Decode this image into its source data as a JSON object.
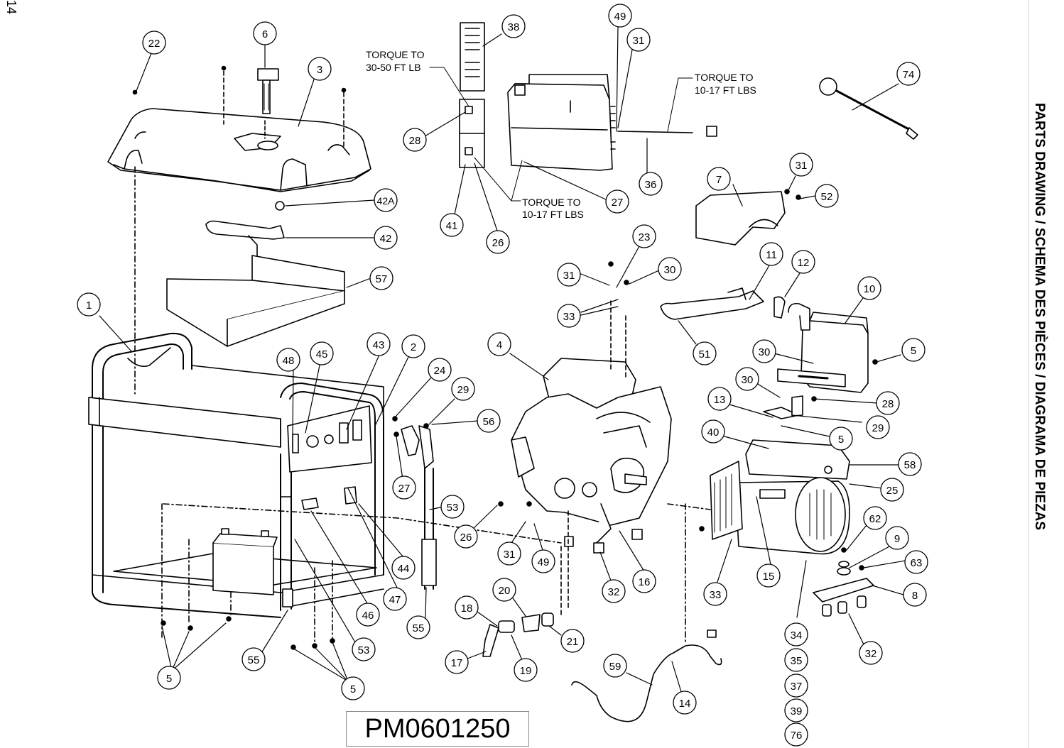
{
  "page_number": "14",
  "side_title": "PARTS DRAWING / SCHEMA DES PIÈCES / DIAGRAMA DE PIEZAS",
  "model_code": "PM0601250",
  "torque_notes": {
    "t1_line1": "TORQUE TO",
    "t1_line2": "30-50 FT LB",
    "t2_line1": "TORQUE TO",
    "t2_line2": "10-17 FT LBS",
    "t3_line1": "TORQUE TO",
    "t3_line2": "10-17 FT LBS"
  },
  "callouts": [
    "22",
    "6",
    "3",
    "38",
    "49",
    "31",
    "74",
    "28",
    "27",
    "36",
    "7",
    "31",
    "52",
    "42A",
    "42",
    "41",
    "26",
    "23",
    "30",
    "31",
    "33",
    "11",
    "12",
    "10",
    "57",
    "1",
    "43",
    "2",
    "24",
    "29",
    "56",
    "4",
    "51",
    "30",
    "5",
    "48",
    "45",
    "30",
    "28",
    "13",
    "29",
    "5",
    "40",
    "58",
    "25",
    "27",
    "53",
    "26",
    "31",
    "49",
    "62",
    "9",
    "63",
    "8",
    "44",
    "47",
    "46",
    "55",
    "32",
    "16",
    "33",
    "15",
    "20",
    "18",
    "21",
    "17",
    "19",
    "59",
    "14",
    "55",
    "53",
    "5",
    "5",
    "34",
    "35",
    "37",
    "39",
    "76",
    "32"
  ]
}
